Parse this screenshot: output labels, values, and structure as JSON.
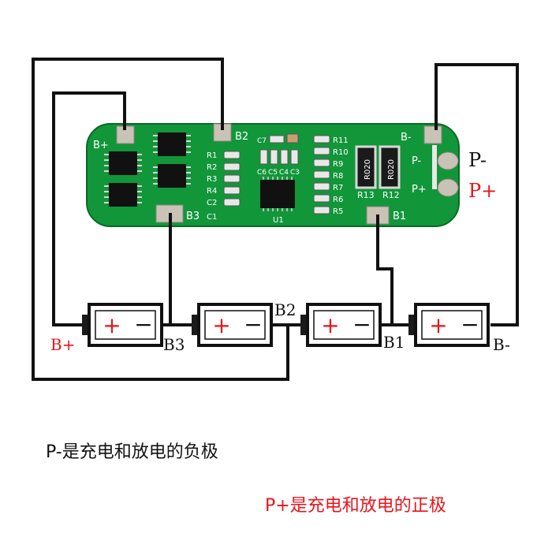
{
  "board": {
    "pads": {
      "b_plus": "B+",
      "b2": "B2",
      "b3": "B3",
      "b1": "B1",
      "b_minus": "B-",
      "p_minus": "P-",
      "p_plus": "P+"
    },
    "left_resistors": [
      "R1",
      "R2",
      "R3",
      "R4",
      "C2",
      "C1"
    ],
    "right_resistors": [
      "R11",
      "R10",
      "R9",
      "R8",
      "R7",
      "R6",
      "R5"
    ],
    "caps": [
      "C7",
      "C6",
      "C5",
      "C4",
      "C3"
    ],
    "ic": "U1",
    "shunts": [
      {
        "marking": "R020",
        "label": "R13"
      },
      {
        "marking": "R020",
        "label": "R12"
      }
    ]
  },
  "outputs": {
    "p_minus": "P-",
    "p_plus": "P+"
  },
  "battery_terminals": {
    "plus": "+",
    "minus": "−"
  },
  "wire_labels": {
    "b_plus": "B+",
    "b3": "B3",
    "b2": "B2",
    "b1": "B1",
    "b_minus": "B-"
  },
  "notes": {
    "negative": "P-是充电和放电的负极",
    "positive": "P+是充电和放电的正极"
  },
  "colors": {
    "pcb": "#12963a",
    "pcb_edge": "#0a6a26",
    "pad": "#c9c2b6",
    "wire": "#111111",
    "red": "#e8141a",
    "battery_body": "#ffffff",
    "battery_cap": "#1a1a1a"
  }
}
